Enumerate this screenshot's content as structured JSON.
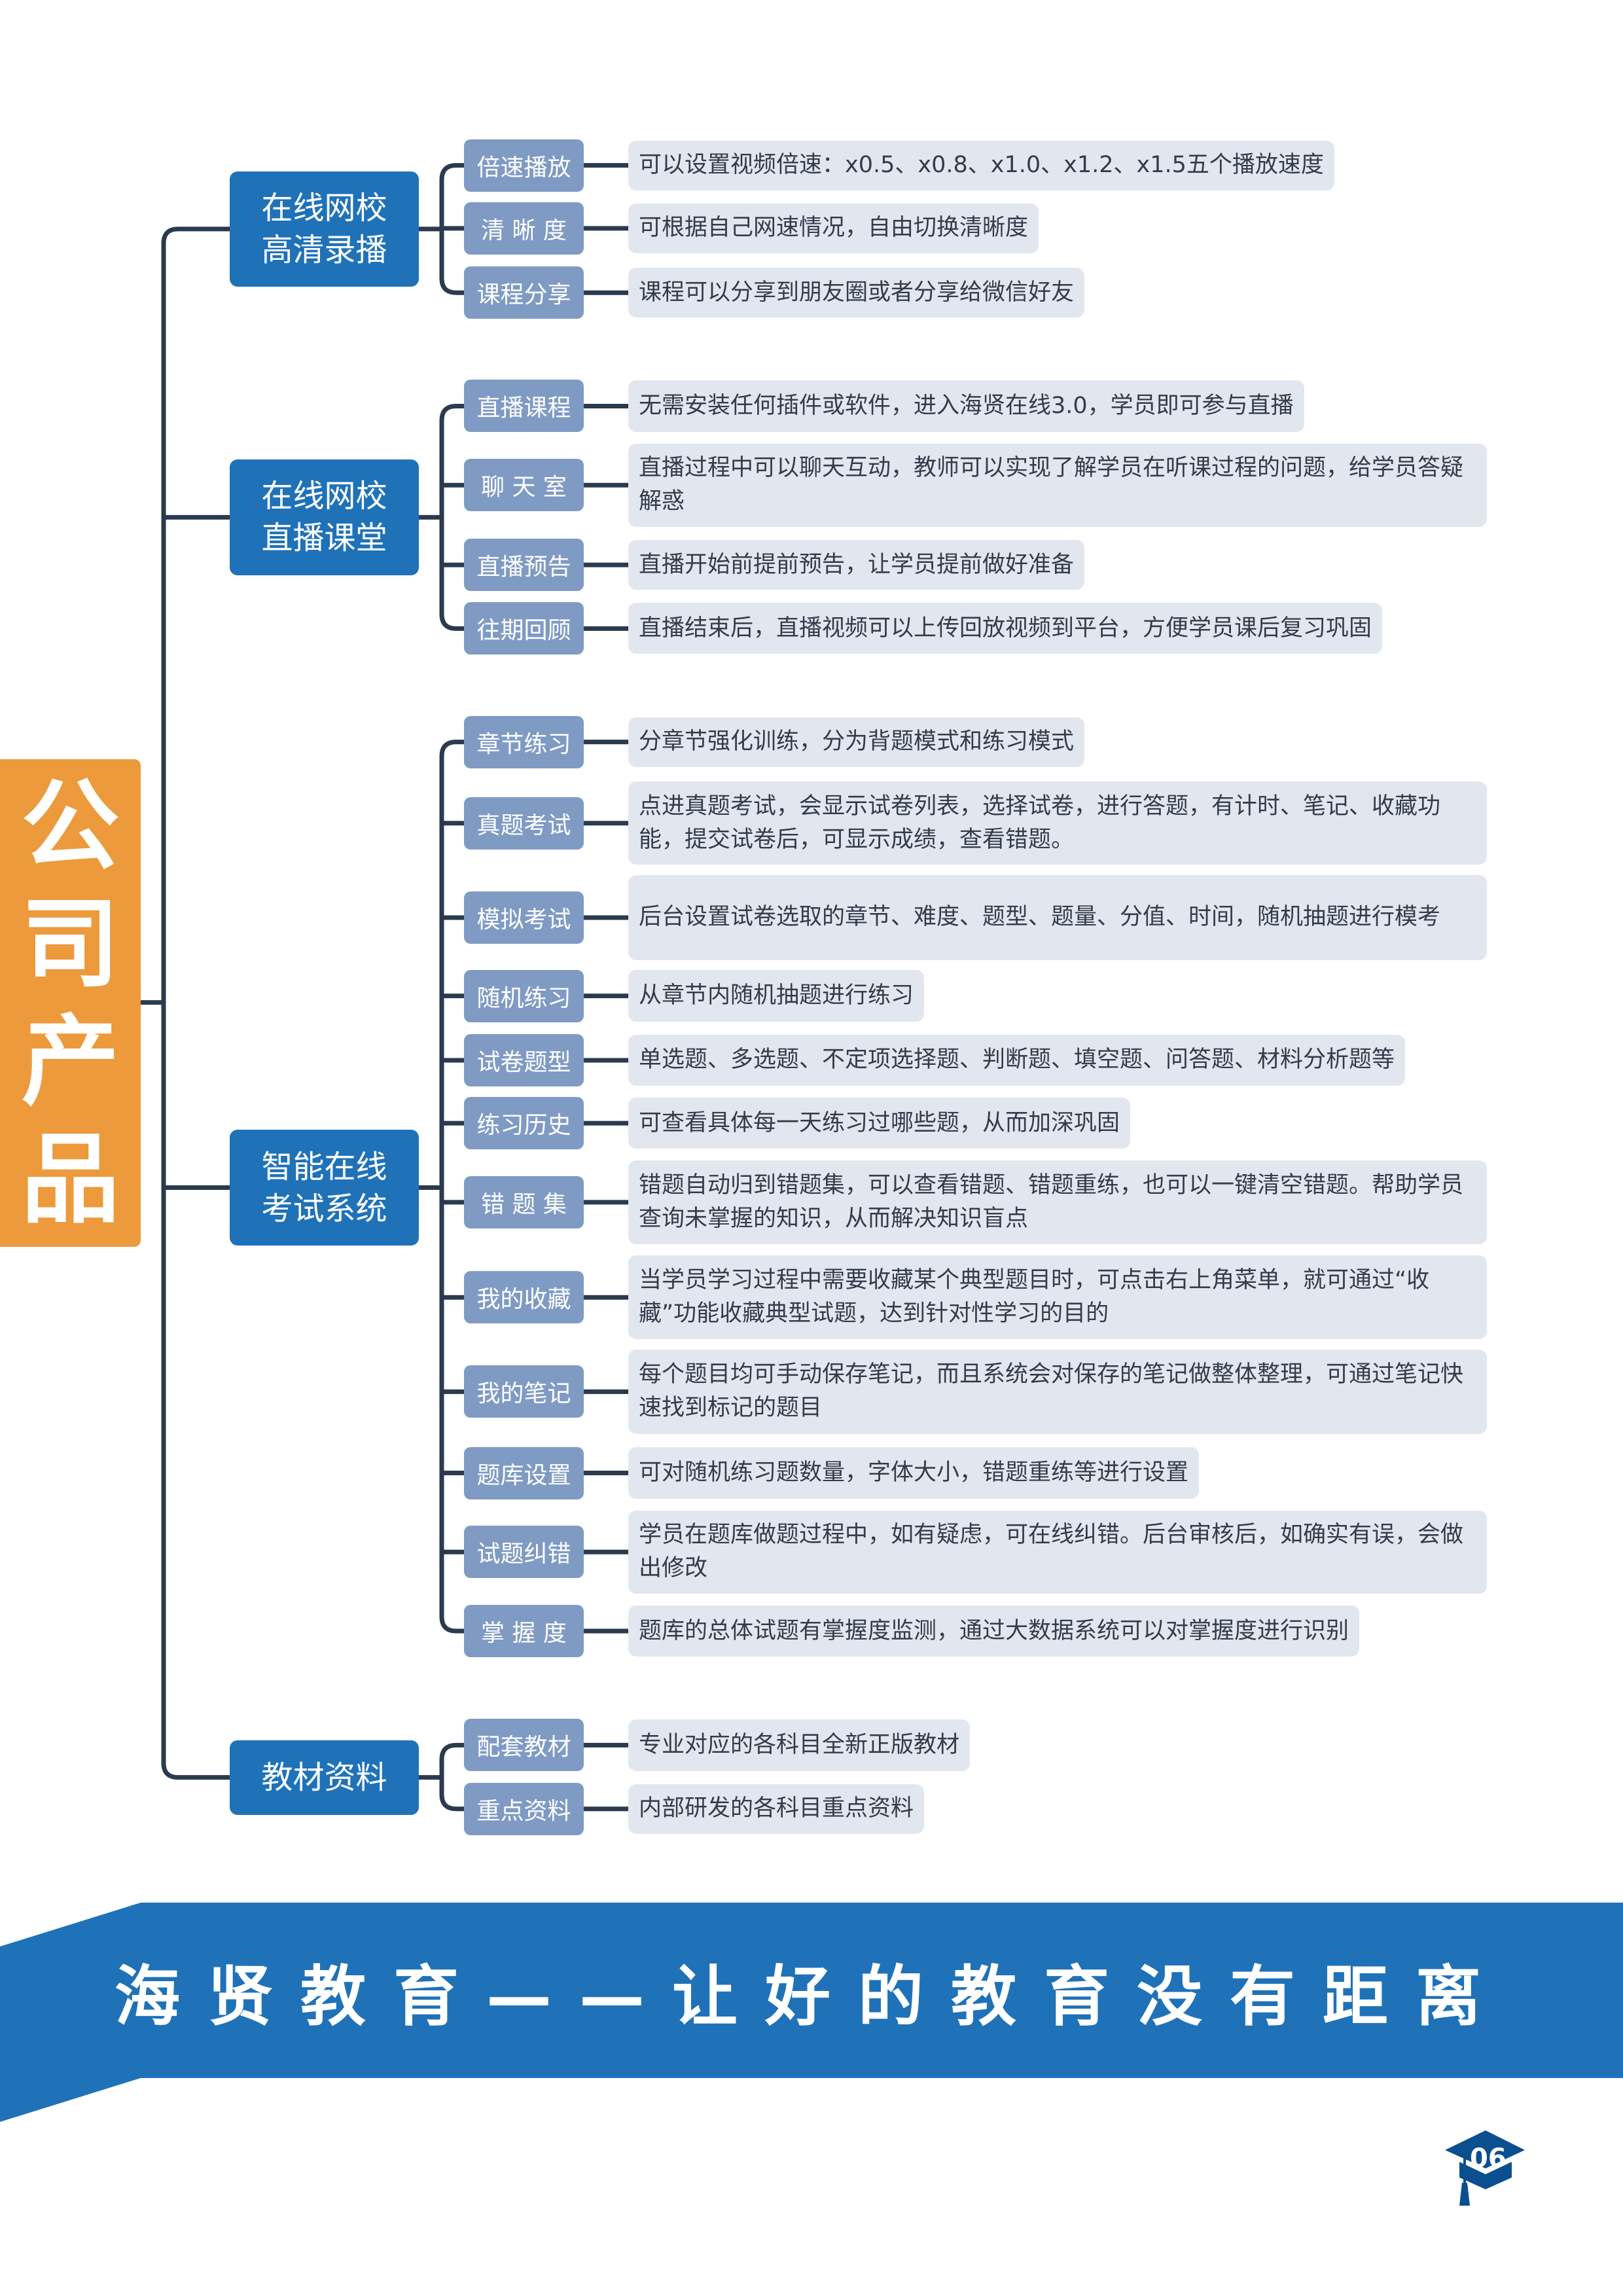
{
  "side_title": "公司产品",
  "categories": [
    {
      "title": "在线网校高清录播",
      "items": [
        {
          "label": "倍速播放",
          "desc": "可以设置视频倍速：x0.5、x0.8、x1.0、x1.2、x1.5五个播放速度"
        },
        {
          "label": "清 晰 度",
          "desc": "可根据自己网速情况，自由切换清晰度"
        },
        {
          "label": "课程分享",
          "desc": "课程可以分享到朋友圈或者分享给微信好友"
        }
      ]
    },
    {
      "title": "在线网校直播课堂",
      "items": [
        {
          "label": "直播课程",
          "desc": "无需安装任何插件或软件，进入海贤在线3.0，学员即可参与直播"
        },
        {
          "label": "聊 天 室",
          "desc": "直播过程中可以聊天互动，教师可以实现了解学员在听课过程的问题，给学员答疑解惑"
        },
        {
          "label": "直播预告",
          "desc": "直播开始前提前预告，让学员提前做好准备"
        },
        {
          "label": "往期回顾",
          "desc": "直播结束后，直播视频可以上传回放视频到平台，方便学员课后复习巩固"
        }
      ]
    },
    {
      "title": "智能在线考试系统",
      "items": [
        {
          "label": "章节练习",
          "desc": "分章节强化训练，分为背题模式和练习模式"
        },
        {
          "label": "真题考试",
          "desc": "点进真题考试，会显示试卷列表，选择试卷，进行答题，有计时、笔记、收藏功能，提交试卷后，可显示成绩，查看错题。"
        },
        {
          "label": "模拟考试",
          "desc": "后台设置试卷选取的章节、难度、题型、题量、分值、时间，随机抽题进行模考"
        },
        {
          "label": "随机练习",
          "desc": "从章节内随机抽题进行练习"
        },
        {
          "label": "试卷题型",
          "desc": "单选题、多选题、不定项选择题、判断题、填空题、问答题、材料分析题等"
        },
        {
          "label": "练习历史",
          "desc": "可查看具体每一天练习过哪些题，从而加深巩固"
        },
        {
          "label": "错 题 集",
          "desc": "错题自动归到错题集，可以查看错题、错题重练，也可以一键清空错题。帮助学员查询未掌握的知识，从而解决知识盲点"
        },
        {
          "label": "我的收藏",
          "desc": "当学员学习过程中需要收藏某个典型题目时，可点击右上角菜单，就可通过“收藏”功能收藏典型试题，达到针对性学习的目的"
        },
        {
          "label": "我的笔记",
          "desc": "每个题目均可手动保存笔记，而且系统会对保存的笔记做整体整理，可通过笔记快速找到标记的题目"
        },
        {
          "label": "题库设置",
          "desc": "可对随机练习题数量，字体大小，错题重练等进行设置"
        },
        {
          "label": "试题纠错",
          "desc": "学员在题库做题过程中，如有疑虑，可在线纠错。后台审核后，如确实有误，会做出修改"
        },
        {
          "label": "掌 握 度",
          "desc": "题库的总体试题有掌握度监测，通过大数据系统可以对掌握度进行识别"
        }
      ]
    },
    {
      "title": "教材资料",
      "items": [
        {
          "label": "配套教材",
          "desc": "专业对应的各科目全新正版教材"
        },
        {
          "label": "重点资料",
          "desc": "内部研发的各科目重点资料"
        }
      ]
    }
  ],
  "slogan": "海贤教育——让好的教育没有距离",
  "page_number": "06",
  "colors": {
    "category": "#1f72b8",
    "label": "#7f9bc4",
    "desc_bg": "#e2e7ef",
    "accent": "#ec9a3c",
    "banner": "#1f72b8"
  }
}
